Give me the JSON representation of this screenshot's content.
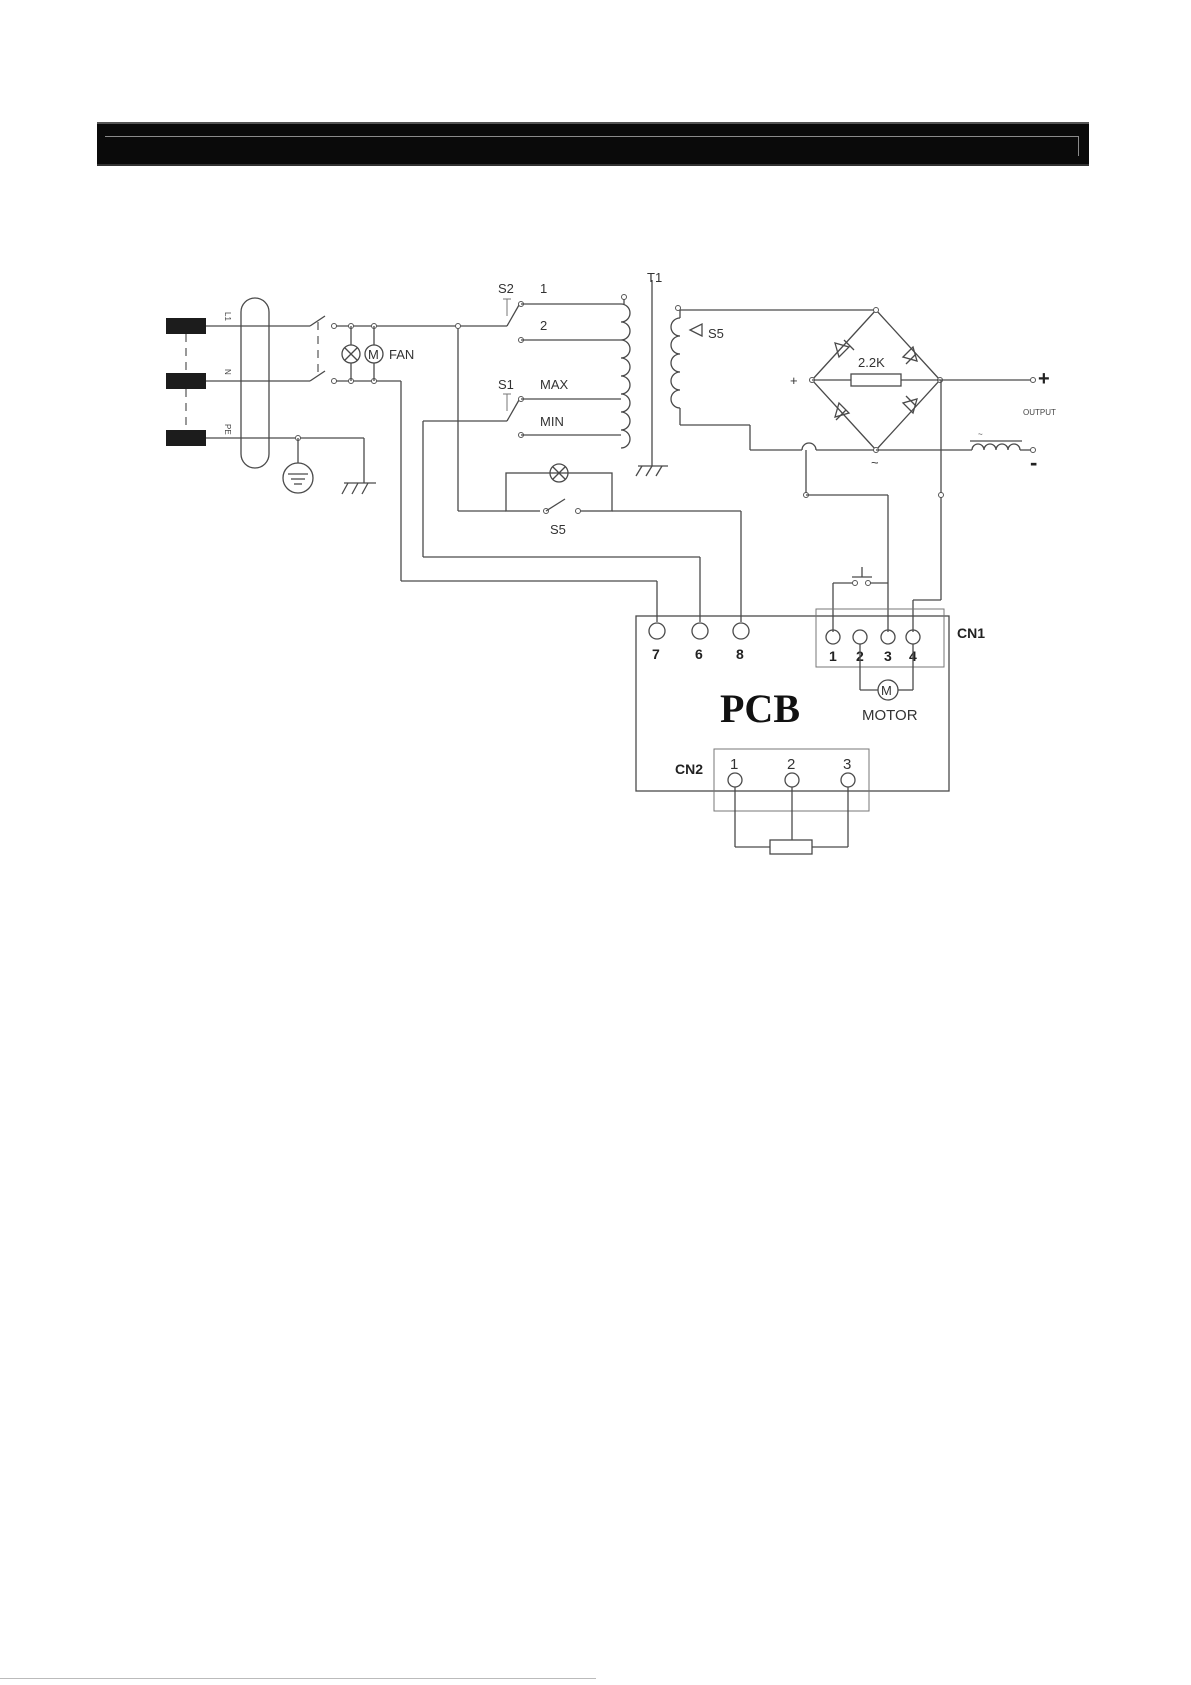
{
  "header": {
    "title": ""
  },
  "plug_labels": {
    "live": "L1",
    "neutral": "N",
    "earth": "PE"
  },
  "fan": {
    "label": "FAN",
    "motor_symbol": "M"
  },
  "switches": {
    "s2": {
      "label": "S2",
      "pos1": "1",
      "pos2": "2"
    },
    "s1": {
      "label": "S1",
      "max": "MAX",
      "min": "MIN"
    },
    "s5_lower": "S5",
    "s5_secondary": "S5"
  },
  "transformer": {
    "label": "T1"
  },
  "rectifier": {
    "resistor_label": "2.2K",
    "plus_mark": "+",
    "ac_mark": "~"
  },
  "output": {
    "label": "OUTPUT",
    "positive": "+",
    "negative": "-",
    "choke_mark": "~"
  },
  "pcb": {
    "title": "PCB",
    "terminals": [
      "7",
      "6",
      "8"
    ],
    "cn1": {
      "label": "CN1",
      "pins": [
        "1",
        "2",
        "3",
        "4"
      ],
      "motor_label": "MOTOR",
      "motor_symbol": "M"
    },
    "cn2": {
      "label": "CN2",
      "pins": [
        "1",
        "2",
        "3"
      ]
    }
  },
  "footer": {
    "text": ""
  }
}
